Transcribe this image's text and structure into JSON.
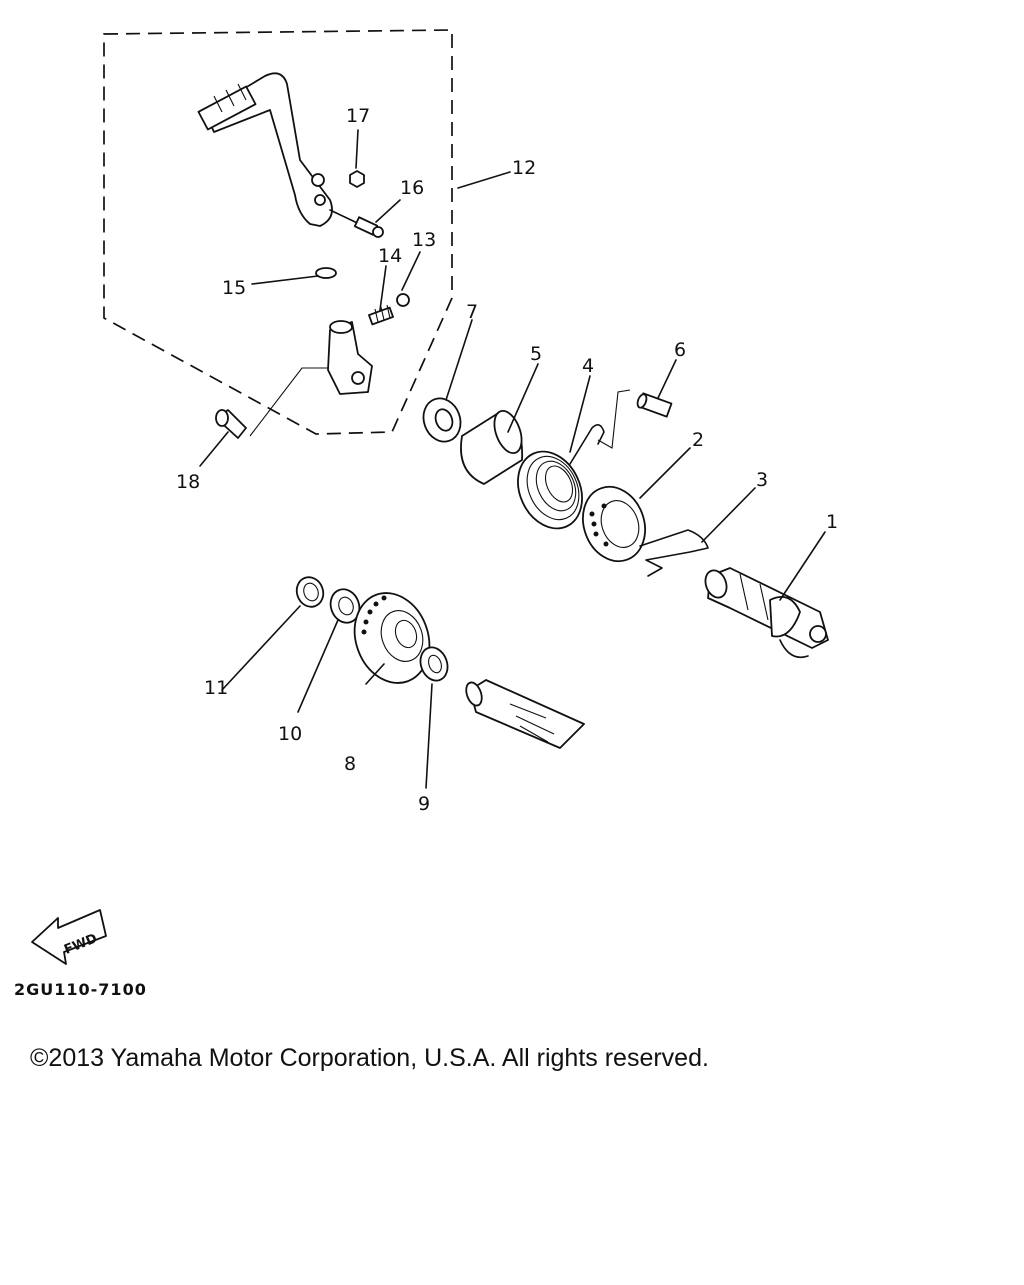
{
  "diagram": {
    "callouts": [
      "1",
      "2",
      "3",
      "4",
      "5",
      "6",
      "7",
      "8",
      "9",
      "10",
      "11",
      "12",
      "13",
      "14",
      "15",
      "16",
      "17",
      "18"
    ],
    "fwd_label": "FWD",
    "code": "2GU110-7100"
  },
  "footer": {
    "copyright": "©2013 Yamaha Motor Corporation, U.S.A. All rights reserved."
  }
}
